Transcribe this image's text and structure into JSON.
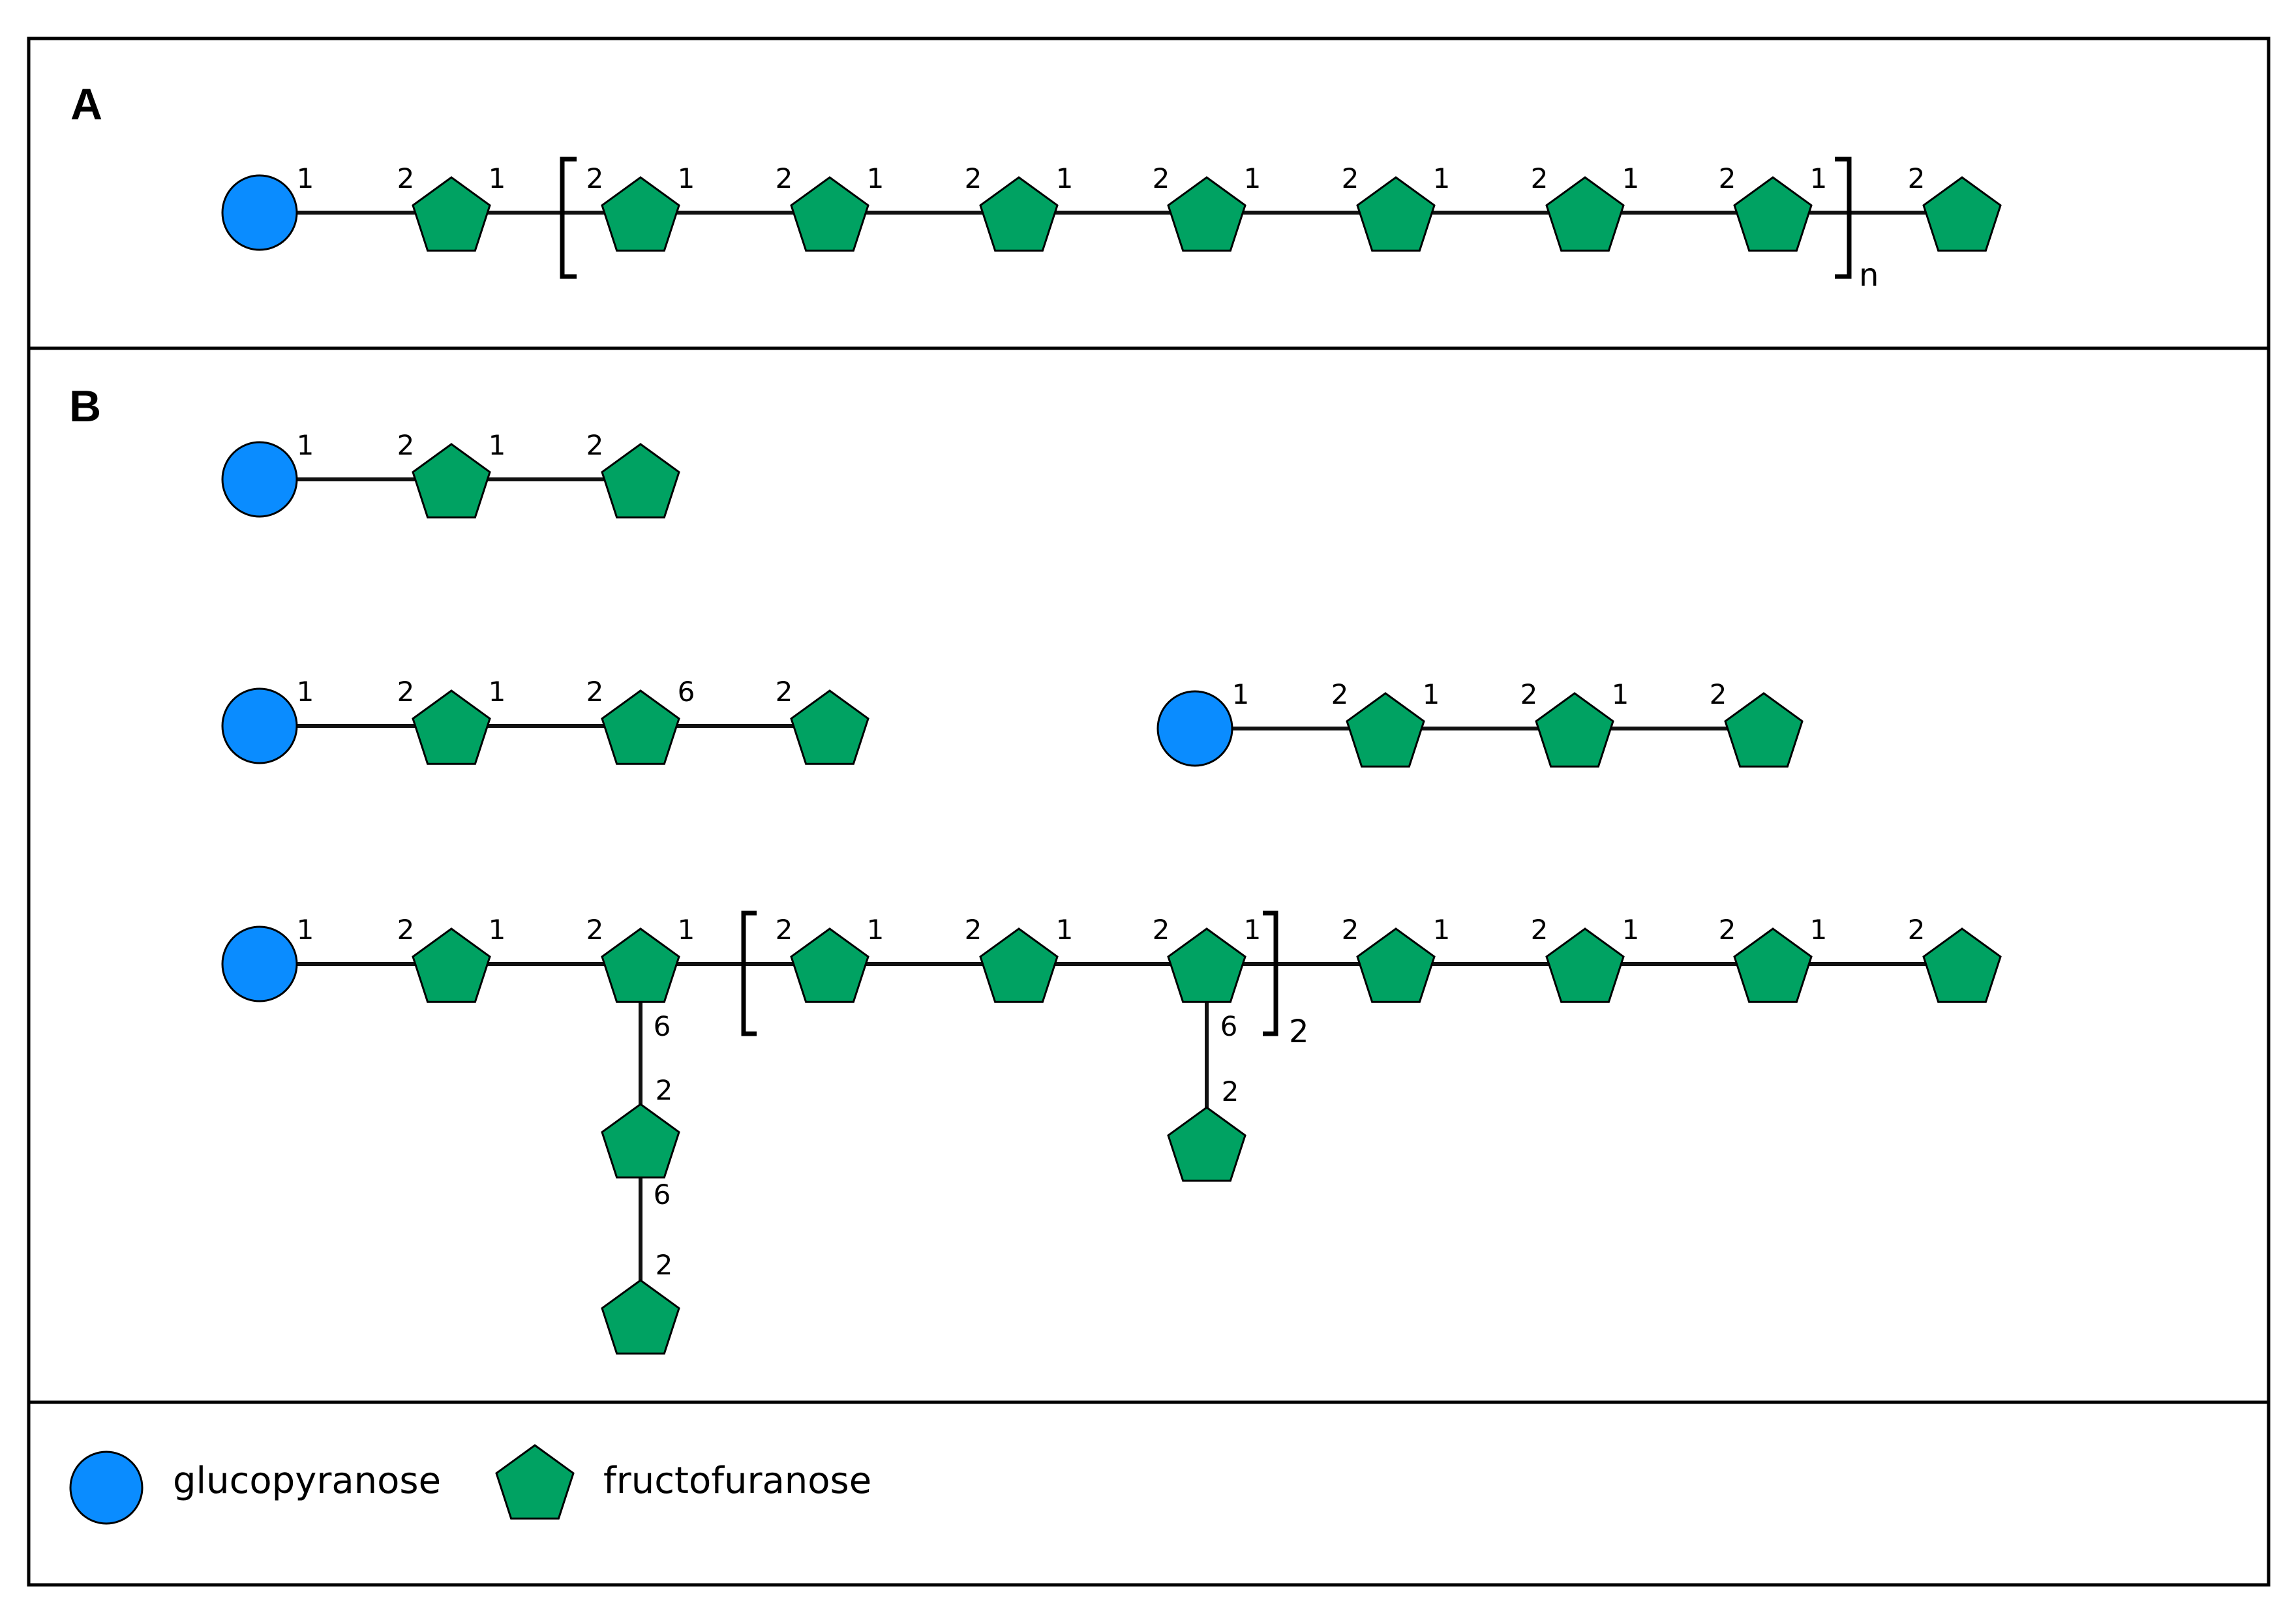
{
  "panels": {
    "a": {
      "label": "A"
    },
    "b": {
      "label": "B"
    }
  },
  "colors": {
    "glucopyranose": "#0a8cff",
    "fructofuranose": "#00a262",
    "stroke": "#000000"
  },
  "legend": {
    "glc_label": "glucopyranose",
    "fru_label": "fructofuranose"
  },
  "structures": {
    "a_chain": {
      "residues": [
        "Glc",
        "Fru",
        "Fru",
        "Fru",
        "Fru",
        "Fru",
        "Fru",
        "Fru",
        "Fru",
        "Fru"
      ],
      "linkages": [
        "1-2",
        "1-2",
        "1-2",
        "1-2",
        "1-2",
        "1-2",
        "1-2",
        "1-2",
        "1-2"
      ],
      "repeat_subscript": "n"
    },
    "b_kestose": {
      "residues": [
        "Glc",
        "Fru",
        "Fru"
      ],
      "linkages": [
        "1-2",
        "1-2"
      ]
    },
    "b_branched_tetra": {
      "residues": [
        "Glc",
        "Fru",
        "Fru",
        "Fru"
      ],
      "linkages": [
        "1-2",
        "1-2",
        "6-2"
      ]
    },
    "b_nystose": {
      "residues": [
        "Glc",
        "Fru",
        "Fru",
        "Fru"
      ],
      "linkages": [
        "1-2",
        "1-2",
        "1-2"
      ]
    },
    "b_branched_long": {
      "main_residues": [
        "Glc",
        "Fru",
        "Fru",
        "Fru",
        "Fru",
        "Fru",
        "Fru",
        "Fru",
        "Fru",
        "Fru"
      ],
      "main_linkages": [
        "1-2",
        "1-2",
        "1-2",
        "1-2",
        "1-2",
        "1-2",
        "1-2",
        "1-2",
        "1-2"
      ],
      "branch_1": {
        "from_residue": 3,
        "residues": [
          "Fru",
          "Fru"
        ],
        "linkages": [
          "6-2",
          "6-2"
        ]
      },
      "branch_2": {
        "from_residue": 6,
        "residues": [
          "Fru"
        ],
        "linkages": [
          "6-2"
        ]
      },
      "repeat_subscript": "2"
    }
  },
  "labels": {
    "l1": "1",
    "l2": "2",
    "l6": "6"
  }
}
